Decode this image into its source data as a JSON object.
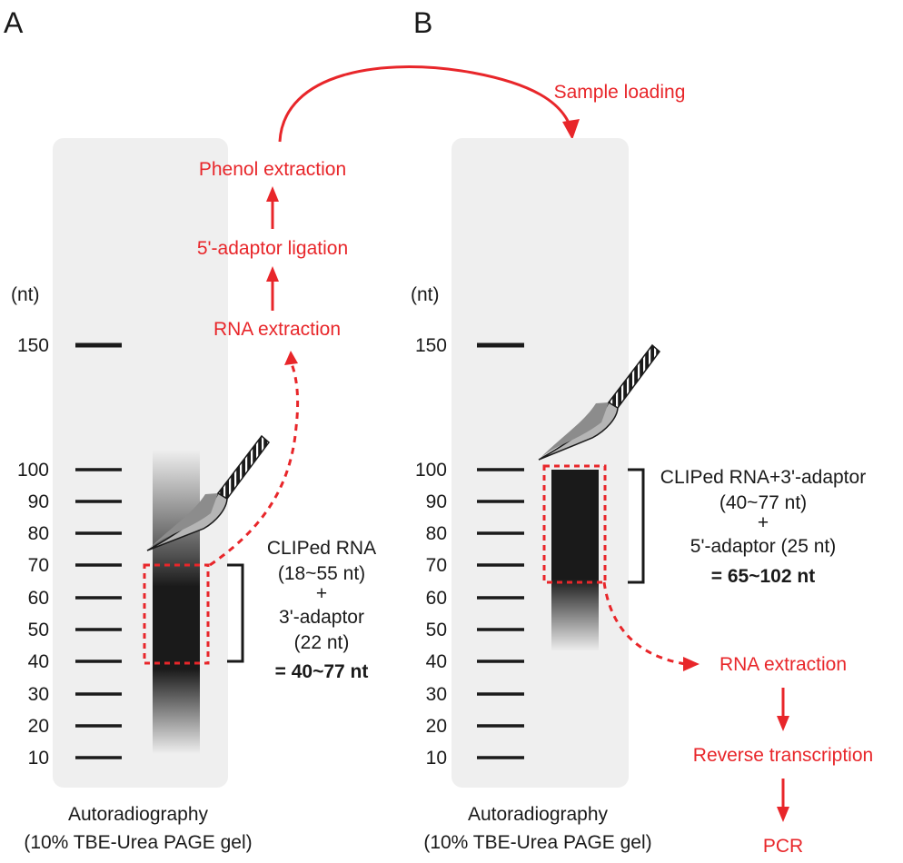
{
  "panels": {
    "a": {
      "letter": "A"
    },
    "b": {
      "letter": "B"
    }
  },
  "ladder": {
    "unit": "(nt)",
    "sizes": [
      "150",
      "100",
      "90",
      "80",
      "70",
      "60",
      "50",
      "40",
      "30",
      "20",
      "10"
    ]
  },
  "gel_caption": {
    "line1": "Autoradiography",
    "line2": "(10% TBE-Urea PAGE gel)"
  },
  "panel_a": {
    "flow": [
      "Phenol extraction",
      "5'-adaptor ligation",
      "RNA extraction"
    ],
    "band_label": {
      "line1": "CLIPed RNA",
      "line2": "(18~55 nt)",
      "line3": "+",
      "line4": "3'-adaptor",
      "line5": "(22 nt)",
      "total": "= 40~77 nt"
    }
  },
  "connector": {
    "label": "Sample loading"
  },
  "panel_b": {
    "band_label": {
      "line1": "CLIPed RNA+3'-adaptor",
      "line2": "(40~77 nt)",
      "line3": "+",
      "line4": "5'-adaptor (25 nt)",
      "total": "= 65~102 nt"
    },
    "flow": [
      "RNA extraction",
      "Reverse transcription",
      "PCR"
    ]
  },
  "colors": {
    "accent": "#e8262a",
    "gel": "#efefef",
    "ink": "#1a1a1a"
  }
}
